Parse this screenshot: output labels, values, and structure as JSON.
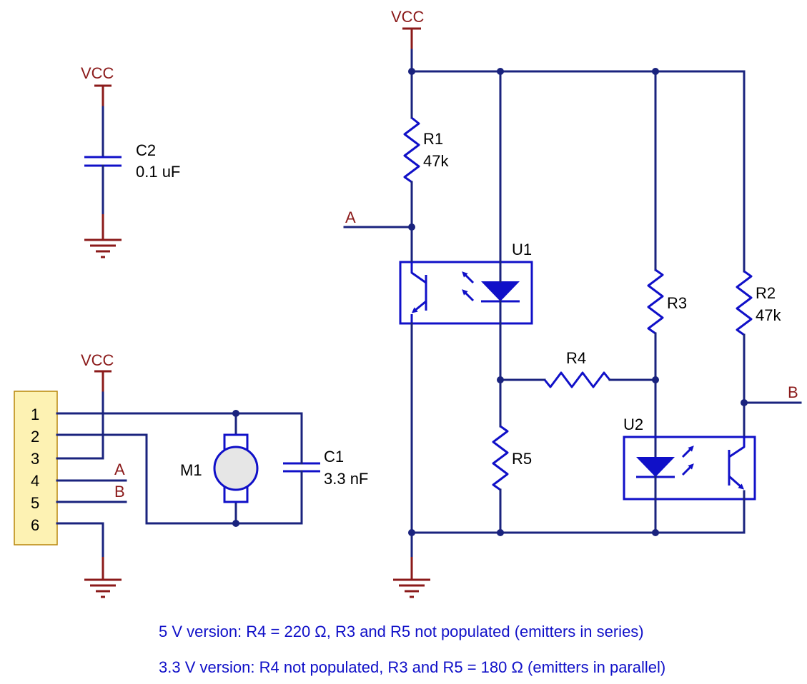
{
  "power": {
    "vcc_label": "VCC"
  },
  "capacitors": {
    "c2": {
      "ref": "C2",
      "value": "0.1 uF"
    },
    "c1": {
      "ref": "C1",
      "value": "3.3 nF"
    }
  },
  "resistors": {
    "r1": {
      "ref": "R1",
      "value": "47k"
    },
    "r2": {
      "ref": "R2",
      "value": "47k"
    },
    "r3": {
      "ref": "R3"
    },
    "r4": {
      "ref": "R4"
    },
    "r5": {
      "ref": "R5"
    }
  },
  "optocouplers": {
    "u1": "U1",
    "u2": "U2"
  },
  "motor": {
    "ref": "M1"
  },
  "nets": {
    "a": "A",
    "b": "B"
  },
  "connector": {
    "pins": [
      "1",
      "2",
      "3",
      "4",
      "5",
      "6"
    ]
  },
  "notes": [
    "5 V version: R4 = 220 Ω, R3 and R5 not populated (emitters in series)",
    "3.3 V version: R4 not populated, R3 and R5 = 180 Ω (emitters in parallel)"
  ],
  "colors": {
    "wire": "#1a237e",
    "component": "#1010c8",
    "power": "#8b1a1a",
    "connector_fill": "#fdf2b3"
  }
}
